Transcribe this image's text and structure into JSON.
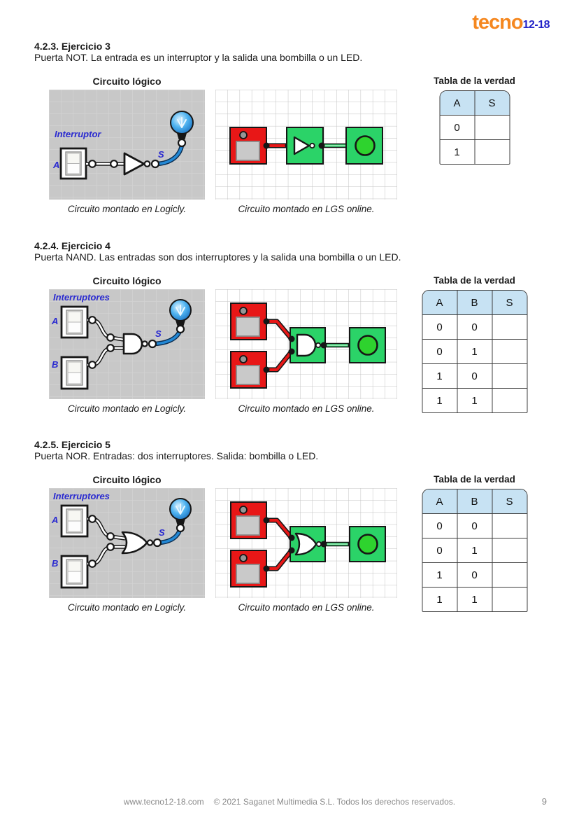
{
  "logo": {
    "text_main": "tecno",
    "text_sub": "12-18"
  },
  "colors": {
    "logo_orange": "#f5871f",
    "logo_blue": "#2323c8",
    "label_blue": "#2a2ad0",
    "table_header_blue": "#c7e2f3",
    "logicly_bg": "#c8c8c8",
    "lgs_red_block": "#e81717",
    "lgs_green_block": "#2bd368",
    "lgs_led_green": "#2ed32e",
    "wire_blue": "#2389d6"
  },
  "exercises": [
    {
      "heading": "4.2.3. Ejercicio 3",
      "description": "Puerta NOT. La entrada es un interruptor y la salida una bombilla o un LED.",
      "gate": "NOT",
      "logic_title": "Circuito lógico",
      "logicly_caption": "Circuito montado en Logicly.",
      "lgs_caption": "Circuito montado en LGS online.",
      "labels": {
        "inputs": "Interruptor",
        "a": "A",
        "s": "S"
      },
      "truth_table": {
        "title": "Tabla de la verdad",
        "columns": [
          "A",
          "S"
        ],
        "rows": [
          [
            "0",
            ""
          ],
          [
            "1",
            ""
          ]
        ]
      }
    },
    {
      "heading": "4.2.4. Ejercicio 4",
      "description": "Puerta NAND. Las entradas son dos interruptores y la salida una bombilla o un LED.",
      "gate": "NAND",
      "logic_title": "Circuito lógico",
      "logicly_caption": "Circuito montado en Logicly.",
      "lgs_caption": "Circuito montado en LGS online.",
      "labels": {
        "inputs": "Interruptores",
        "a": "A",
        "b": "B",
        "s": "S"
      },
      "truth_table": {
        "title": "Tabla de la verdad",
        "columns": [
          "A",
          "B",
          "S"
        ],
        "rows": [
          [
            "0",
            "0",
            ""
          ],
          [
            "0",
            "1",
            ""
          ],
          [
            "1",
            "0",
            ""
          ],
          [
            "1",
            "1",
            ""
          ]
        ]
      }
    },
    {
      "heading": "4.2.5. Ejercicio 5",
      "description": "Puerta NOR. Entradas: dos interruptores. Salida: bombilla o LED.",
      "gate": "NOR",
      "logic_title": "Circuito lógico",
      "logicly_caption": "Circuito montado en Logicly.",
      "lgs_caption": "Circuito montado en LGS online.",
      "labels": {
        "inputs": "Interruptores",
        "a": "A",
        "b": "B",
        "s": "S"
      },
      "truth_table": {
        "title": "Tabla de la verdad",
        "columns": [
          "A",
          "B",
          "S"
        ],
        "rows": [
          [
            "0",
            "0",
            ""
          ],
          [
            "0",
            "1",
            ""
          ],
          [
            "1",
            "0",
            ""
          ],
          [
            "1",
            "1",
            ""
          ]
        ]
      }
    }
  ],
  "footer": {
    "website": "www.tecno12-18.com",
    "copyright": "© 2021 Saganet Multimedia S.L. Todos los derechos reservados.",
    "page_number": "9"
  }
}
